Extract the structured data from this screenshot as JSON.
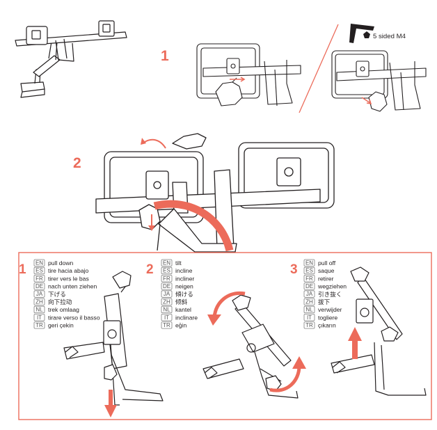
{
  "colors": {
    "accent": "#ec6b5a",
    "line": "#231f20",
    "badge_border": "#808080"
  },
  "top": {
    "step1_number": "1",
    "step2_number": "2",
    "tool_label": "5 sided M4",
    "tool_icon": "pentagon-icon"
  },
  "instructions": {
    "steps": [
      {
        "number": "1",
        "lines": [
          {
            "code": "EN",
            "text": "pull down"
          },
          {
            "code": "ES",
            "text": "tire hacia abajo"
          },
          {
            "code": "FR",
            "text": "tirer vers le bas"
          },
          {
            "code": "DE",
            "text": "nach unten ziehen"
          },
          {
            "code": "JA",
            "text": "下げる"
          },
          {
            "code": "ZH",
            "text": "向下拉动"
          },
          {
            "code": "NL",
            "text": "trek omlaag"
          },
          {
            "code": "IT",
            "text": "tirare verso il basso"
          },
          {
            "code": "TR",
            "text": "geri çekin"
          }
        ]
      },
      {
        "number": "2",
        "lines": [
          {
            "code": "EN",
            "text": "tilt"
          },
          {
            "code": "ES",
            "text": "incline"
          },
          {
            "code": "FR",
            "text": "incliner"
          },
          {
            "code": "DE",
            "text": "neigen"
          },
          {
            "code": "JA",
            "text": "傾ける"
          },
          {
            "code": "ZH",
            "text": "倾斜"
          },
          {
            "code": "NL",
            "text": "kantel"
          },
          {
            "code": "IT",
            "text": "inclinare"
          },
          {
            "code": "TR",
            "text": "eğin"
          }
        ]
      },
      {
        "number": "3",
        "lines": [
          {
            "code": "EN",
            "text": "pull off"
          },
          {
            "code": "ES",
            "text": "saque"
          },
          {
            "code": "FR",
            "text": "retirer"
          },
          {
            "code": "DE",
            "text": "wegziehen"
          },
          {
            "code": "JA",
            "text": "引き抜く"
          },
          {
            "code": "ZH",
            "text": "拔下"
          },
          {
            "code": "NL",
            "text": "verwijder"
          },
          {
            "code": "IT",
            "text": "togliere"
          },
          {
            "code": "TR",
            "text": "çıkarın"
          }
        ]
      }
    ]
  }
}
